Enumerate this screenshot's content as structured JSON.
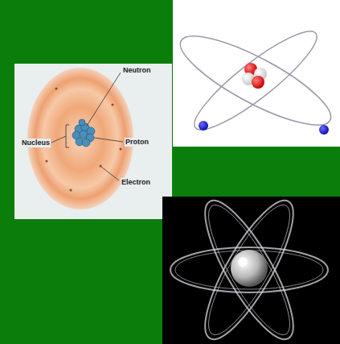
{
  "diagram": {
    "labels": [
      "Neutron",
      "Nucleus",
      "Proton",
      "Electron"
    ]
  }
}
